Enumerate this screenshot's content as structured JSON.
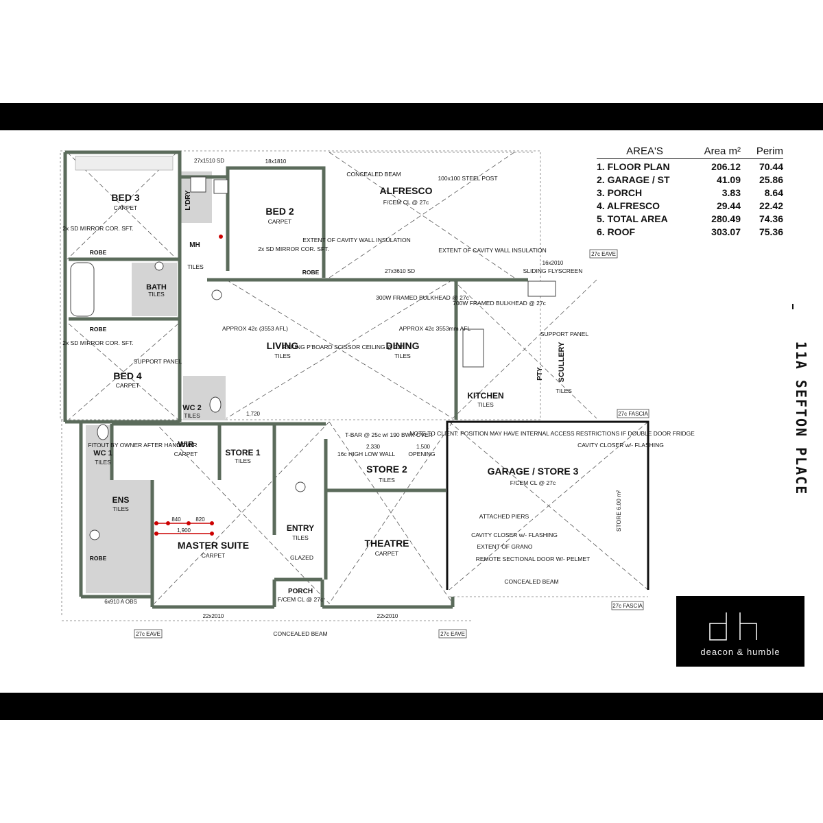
{
  "title": "11A SEFTON PLACE",
  "brand": {
    "name": "deacon & humble",
    "monogram": "dh"
  },
  "areas": {
    "header": {
      "name": "AREA'S",
      "area": "Area m²",
      "perim": "Perim"
    },
    "rows": [
      {
        "name": "1. FLOOR PLAN",
        "area": "206.12",
        "perim": "70.44"
      },
      {
        "name": "2. GARAGE / ST",
        "area": "41.09",
        "perim": "25.86"
      },
      {
        "name": "3. PORCH",
        "area": "3.83",
        "perim": "8.64"
      },
      {
        "name": "4. ALFRESCO",
        "area": "29.44",
        "perim": "22.42"
      },
      {
        "name": "5. TOTAL AREA",
        "area": "280.49",
        "perim": "74.36"
      },
      {
        "name": "6. ROOF",
        "area": "303.07",
        "perim": "75.36"
      }
    ]
  },
  "rooms": {
    "bed3": {
      "name": "BED 3",
      "finish": "CARPET"
    },
    "bed2": {
      "name": "BED 2",
      "finish": "CARPET"
    },
    "alfresco": {
      "name": "ALFRESCO",
      "finish": "F/CEM CL @ 27c"
    },
    "bath": {
      "name": "BATH",
      "finish": "TILES"
    },
    "living": {
      "name": "LIVING",
      "finish": "TILES"
    },
    "dining": {
      "name": "DINING",
      "finish": "TILES"
    },
    "kitchen": {
      "name": "KITCHEN",
      "finish": "TILES"
    },
    "scullery": {
      "name": "SCULLERY",
      "finish": "TILES"
    },
    "pty": {
      "name": "PTY"
    },
    "bed4": {
      "name": "BED 4",
      "finish": "CARPET"
    },
    "wc2": {
      "name": "WC 2",
      "finish": "TILES"
    },
    "wc1": {
      "name": "WC 1",
      "finish": "TILES"
    },
    "wir": {
      "name": "WIR",
      "finish": "CARPET"
    },
    "store1": {
      "name": "STORE 1",
      "finish": "TILES"
    },
    "store2": {
      "name": "STORE 2",
      "finish": "TILES"
    },
    "garage": {
      "name": "GARAGE / STORE 3",
      "finish": "F/CEM CL @ 27c"
    },
    "ens": {
      "name": "ENS",
      "finish": "TILES"
    },
    "master": {
      "name": "MASTER SUITE",
      "finish": "CARPET"
    },
    "entry": {
      "name": "ENTRY",
      "finish": "TILES"
    },
    "theatre": {
      "name": "THEATRE",
      "finish": "CARPET"
    },
    "porch": {
      "name": "PORCH",
      "finish": "F/CEM CL @ 27c"
    },
    "ldry": {
      "name": "L'DRY",
      "finish": "TILES"
    },
    "mh": {
      "name": "MH"
    },
    "tiles": {
      "name": "TILES"
    }
  },
  "notes": {
    "concealed_beam": "CONCEALED BEAM",
    "steel_post": "100x100 STEEL POST",
    "cavity_ins": "EXTENT OF CAVITY WALL INSULATION",
    "raking": "RAKING P'BOARD SCISSOR CEILING @ 22°",
    "approx1": "APPROX 42c (3553 AFL)",
    "approx2": "APPROX 42c 3553mm AFL",
    "bulkhead1": "300W FRAMED BULKHEAD @ 27c",
    "bulkhead2": "700W FRAMED BULKHEAD @ 27c",
    "client": "NOTE TO CLIENT: POSITION MAY HAVE INTERNAL ACCESS RESTRICTIONS IF DOUBLE DOOR FRIDGE",
    "cavity_closer": "CAVITY CLOSER w/- FLASHING",
    "grano": "EXTENT OF GRANO",
    "remote": "REMOTE SECTIONAL DOOR W/- PELMET",
    "attached_piers": "ATTACHED PIERS",
    "tbar": "T-BAR @ 25c w/ 190 BWK OVER",
    "low_wall": "16c HIGH LOW WALL",
    "opening": "OPENING",
    "robe": "ROBE",
    "mirror": "2x SD MIRROR COR. SFT.",
    "support_panel": "SUPPORT PANEL",
    "fitout": "FITOUT BY OWNER AFTER HANDOVER",
    "glazed": "GLAZED",
    "eave": "27c EAVE",
    "fascia": "27c FASCIA",
    "sliding": "SLIDING FLYSCREEN",
    "store_area": "STORE 6.00 m²"
  },
  "dims": {
    "d1": "27x1510 SD",
    "d2": "18x1810",
    "d3": "27x3610 SD",
    "d4": "16x2010",
    "d5": "22x2010",
    "d6": "22x2010",
    "d7": "2,330",
    "d8": "1,500",
    "d9": "1,900",
    "d10": "840",
    "d11": "820",
    "d12": "6x910 A OBS",
    "d13": "1,720"
  }
}
